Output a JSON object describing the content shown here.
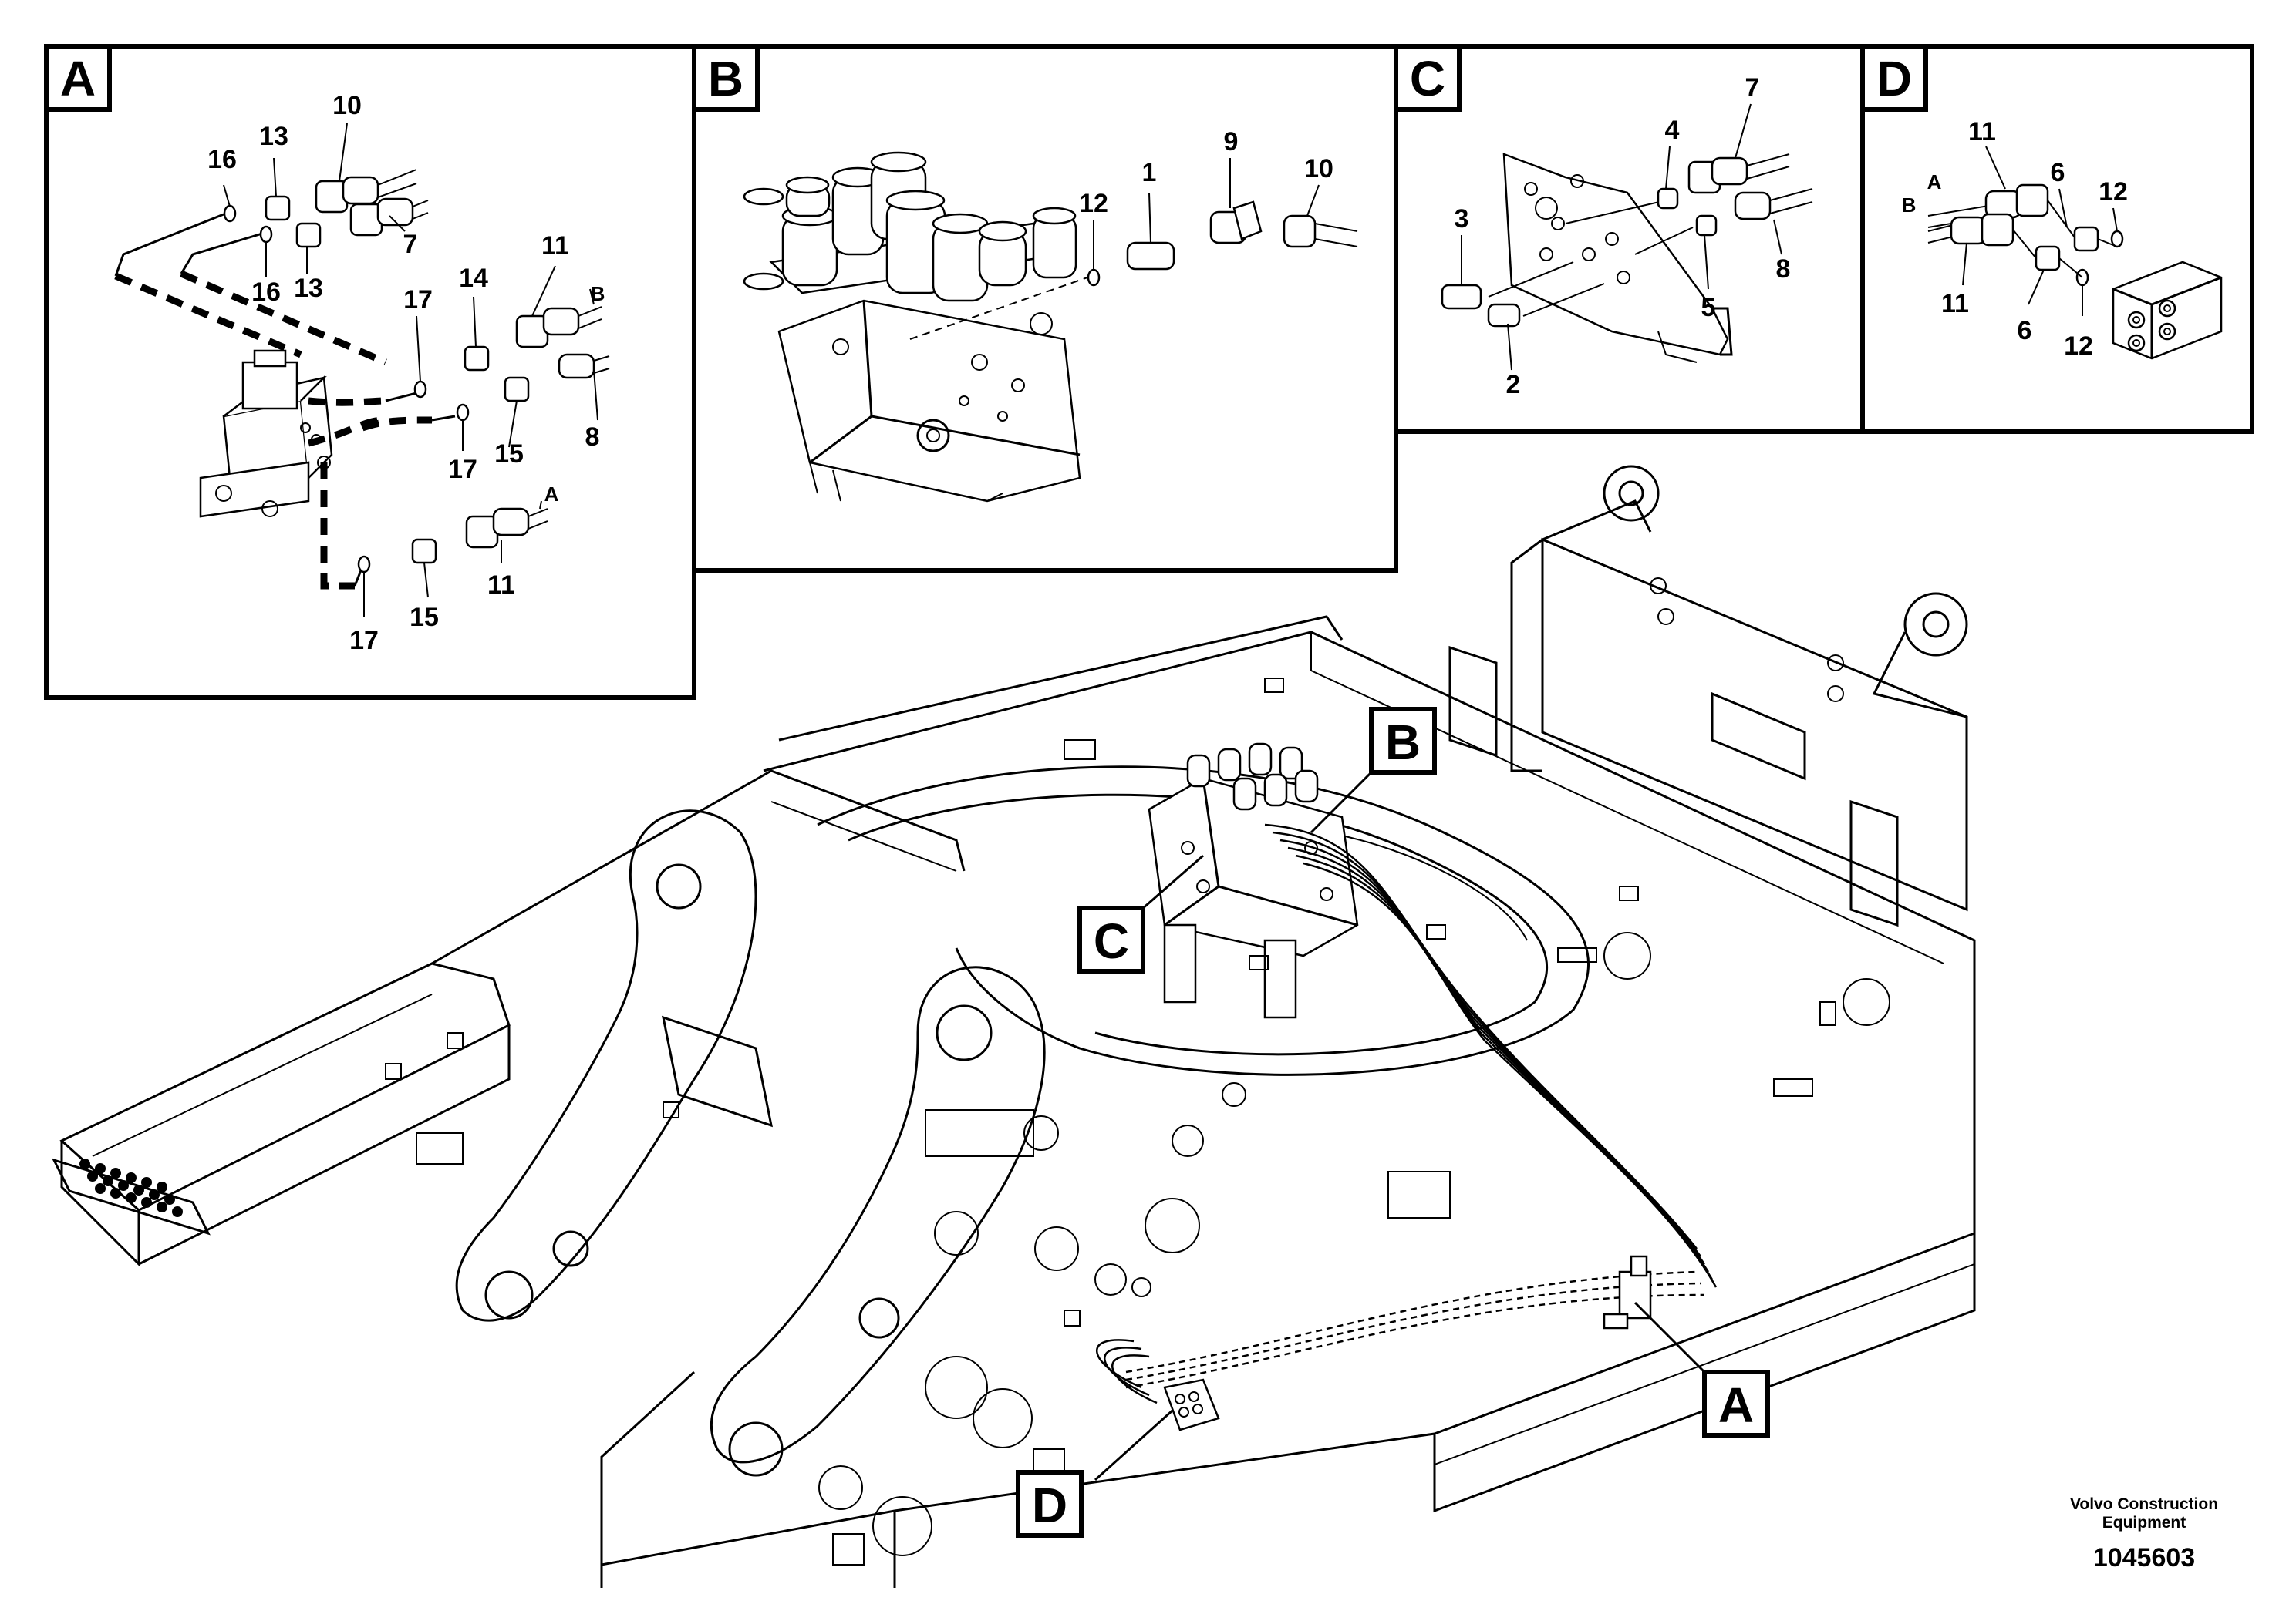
{
  "detail_a": {
    "tag": "A",
    "callouts": {
      "p16a": "16",
      "p13a": "13",
      "p10": "10",
      "p7": "7",
      "p16b": "16",
      "p13b": "13",
      "p17a": "17",
      "p14": "14",
      "p11a": "11",
      "pB": "B",
      "p8": "8",
      "p17b": "17",
      "p15a": "15",
      "pA": "A",
      "p11b": "11",
      "p15b": "15",
      "p17c": "17"
    }
  },
  "detail_b": {
    "tag": "B",
    "callouts": {
      "p12": "12",
      "p1": "1",
      "p9": "9",
      "p10": "10"
    }
  },
  "detail_c": {
    "tag": "C",
    "callouts": {
      "p4": "4",
      "p7": "7",
      "p3": "3",
      "p5": "5",
      "p8": "8",
      "p2": "2"
    }
  },
  "detail_d": {
    "tag": "D",
    "callouts": {
      "p11a": "11",
      "pA": "A",
      "pB": "B",
      "p6a": "6",
      "p12a": "12",
      "p11b": "11",
      "p6b": "6",
      "p12b": "12"
    }
  },
  "main_view": {
    "tags": {
      "a": "A",
      "b": "B",
      "c": "C",
      "d": "D"
    }
  },
  "footer": {
    "brand_line1": "Volvo Construction",
    "brand_line2": "Equipment",
    "figure_number": "1045603"
  }
}
